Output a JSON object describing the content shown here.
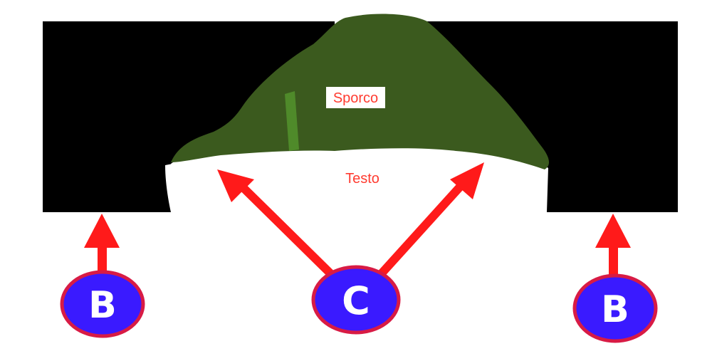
{
  "labels": {
    "dirt": "Sporco",
    "text": "Testo"
  },
  "badges": {
    "left": "B",
    "center": "C",
    "right": "B"
  },
  "colors": {
    "background": "#ffffff",
    "black_blocks": "#000000",
    "dirt_green": "#3b5a1e",
    "dirt_highlight": "#4f8a2a",
    "label_red": "#ff3b30",
    "arrow_red": "#ff1a1a",
    "badge_fill": "#3a1aff",
    "badge_border": "#d81b45",
    "badge_text": "#ffffff"
  }
}
